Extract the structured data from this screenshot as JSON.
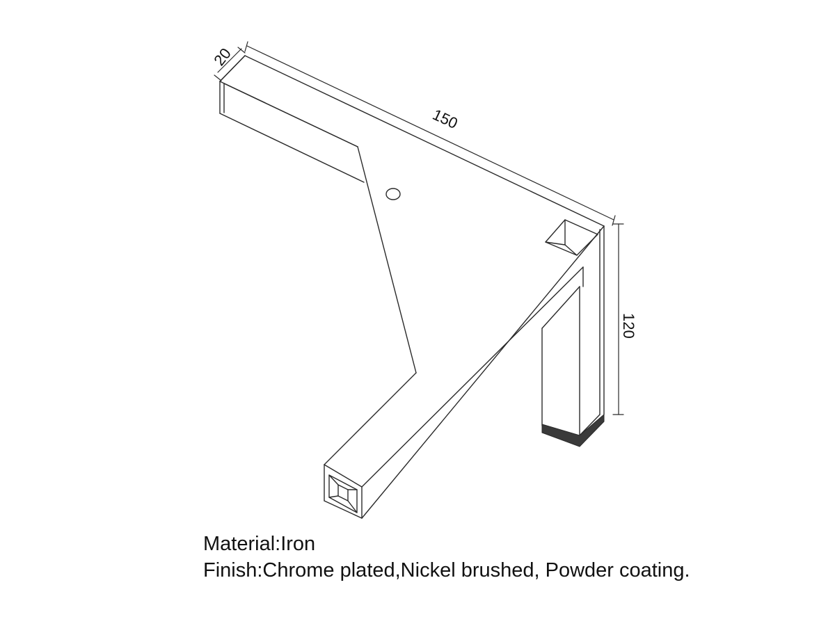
{
  "dimensions": {
    "width": "20",
    "length": "150",
    "height": "120"
  },
  "specs": {
    "material": "Material:Iron",
    "finish": "Finish:Chrome plated,Nickel brushed, Powder coating."
  },
  "colors": {
    "line": "#2a2a2a",
    "foot_cap": "#3a3a3a",
    "background": "#ffffff"
  }
}
